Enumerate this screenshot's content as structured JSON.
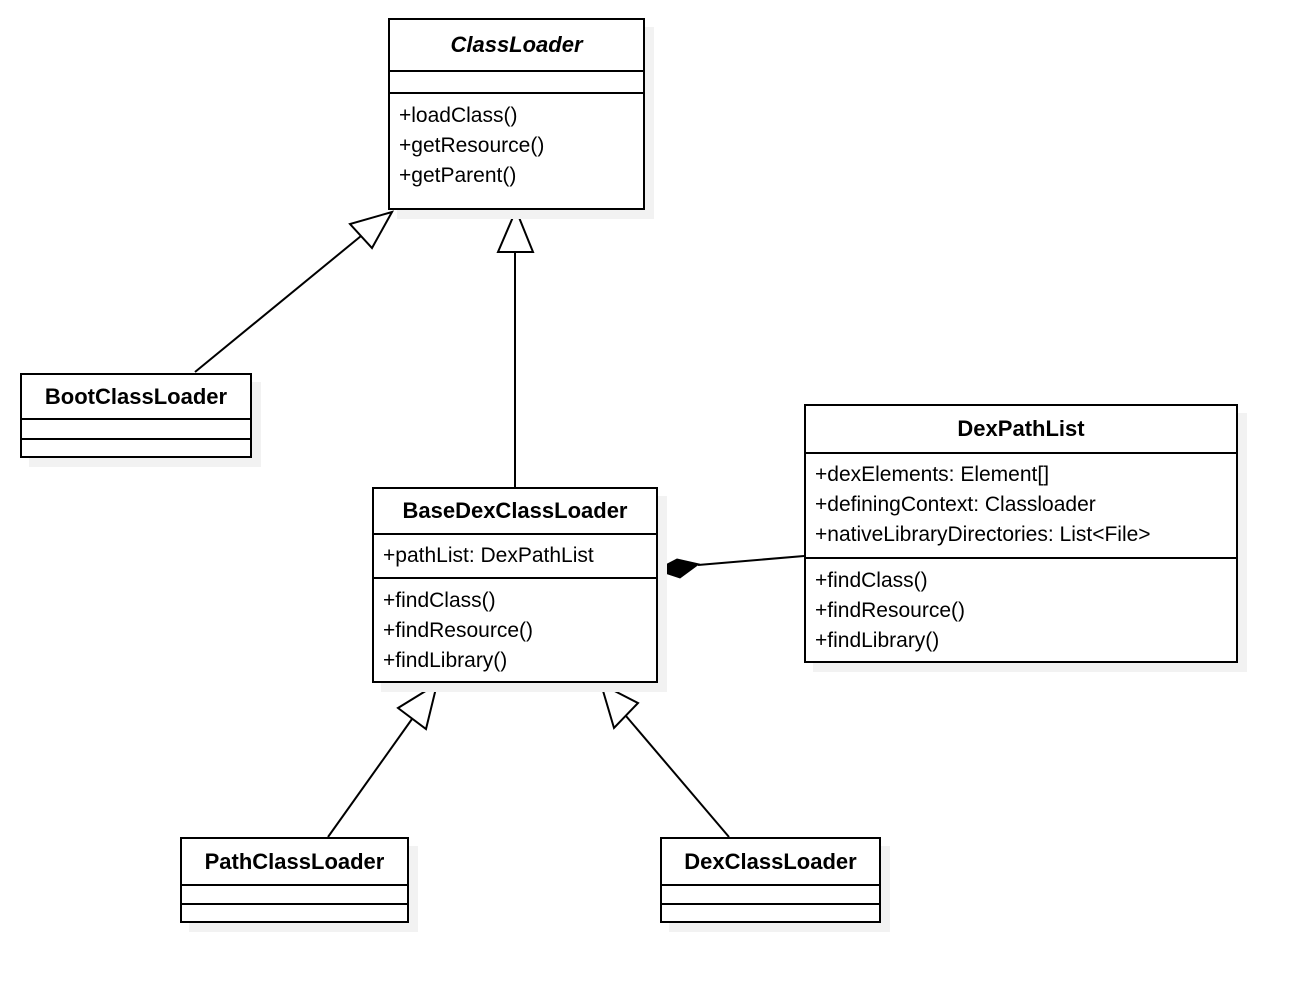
{
  "classes": {
    "class_loader": {
      "name": "ClassLoader",
      "abstract": true,
      "attributes": [],
      "methods": [
        "+loadClass()",
        "+getResource()",
        "+getParent()"
      ]
    },
    "boot_class_loader": {
      "name": "BootClassLoader",
      "abstract": false,
      "attributes": [],
      "methods": []
    },
    "base_dex_class_loader": {
      "name": "BaseDexClassLoader",
      "abstract": false,
      "attributes": [
        "+pathList: DexPathList"
      ],
      "methods": [
        "+findClass()",
        "+findResource()",
        "+findLibrary()"
      ]
    },
    "dex_path_list": {
      "name": "DexPathList",
      "abstract": false,
      "attributes": [
        "+dexElements: Element[]",
        "+definingContext: Classloader",
        "+nativeLibraryDirectories: List<File>"
      ],
      "methods": [
        "+findClass()",
        "+findResource()",
        "+findLibrary()"
      ]
    },
    "path_class_loader": {
      "name": "PathClassLoader",
      "abstract": false,
      "attributes": [],
      "methods": []
    },
    "dex_class_loader": {
      "name": "DexClassLoader",
      "abstract": false,
      "attributes": [],
      "methods": []
    }
  },
  "relationships": [
    {
      "type": "generalization",
      "from": "BootClassLoader",
      "to": "ClassLoader"
    },
    {
      "type": "generalization",
      "from": "BaseDexClassLoader",
      "to": "ClassLoader"
    },
    {
      "type": "generalization",
      "from": "PathClassLoader",
      "to": "BaseDexClassLoader"
    },
    {
      "type": "generalization",
      "from": "DexClassLoader",
      "to": "BaseDexClassLoader"
    },
    {
      "type": "composition",
      "owner": "BaseDexClassLoader",
      "part": "DexPathList"
    }
  ],
  "colors": {
    "line": "#000000",
    "box_background": "#ffffff",
    "box_border": "#000000",
    "shadow": "#f2f2f2",
    "page_background": "#ffffff"
  }
}
